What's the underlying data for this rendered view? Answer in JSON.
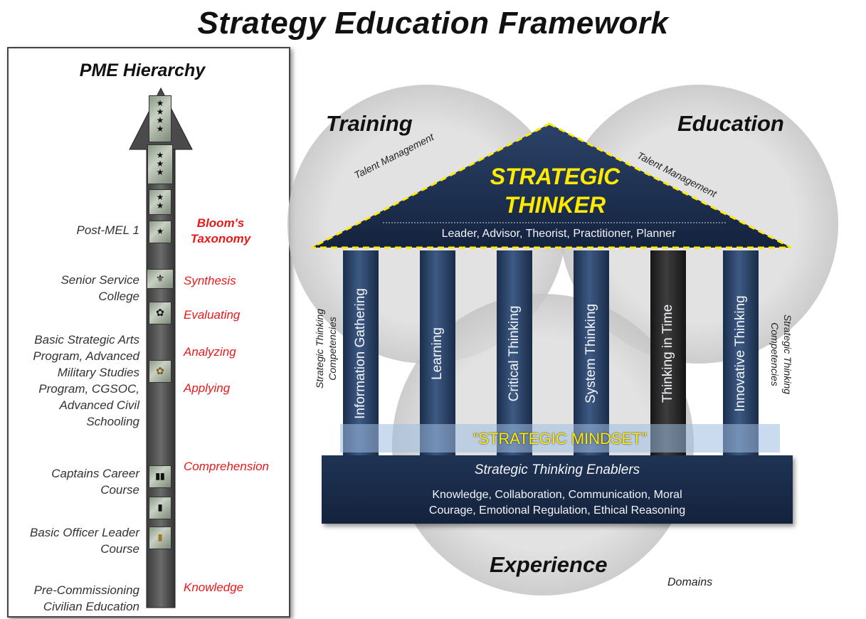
{
  "title": "Strategy Education Framework",
  "pme": {
    "title": "PME Hierarchy",
    "levels": [
      {
        "label_lines": [
          "Post-MEL 1"
        ]
      },
      {
        "label_lines": [
          "Senior Service",
          "College"
        ]
      },
      {
        "label_lines": [
          "Basic Strategic Arts",
          "Program, Advanced",
          "Military Studies",
          "Program, CGSOC,",
          "Advanced Civil",
          "Schooling"
        ]
      },
      {
        "label_lines": [
          "Captains Career",
          "Course"
        ]
      },
      {
        "label_lines": [
          "Basic Officer Leader",
          "Course"
        ]
      },
      {
        "label_lines": [
          "Pre-Commissioning",
          "Civilian Education"
        ]
      }
    ]
  },
  "bloom": {
    "title_lines": [
      "Bloom's",
      "Taxonomy"
    ],
    "levels": [
      "Synthesis",
      "Evaluating",
      "Analyzing",
      "Applying",
      "Comprehension",
      "Knowledge"
    ]
  },
  "domains": {
    "training": "Training",
    "education": "Education",
    "experience": "Experience",
    "domains_label": "Domains"
  },
  "roof": {
    "title_line1": "STRATEGIC",
    "title_line2": "THINKER",
    "roles": "Leader, Advisor, Theorist, Practitioner, Planner",
    "talent_left": "Talent Management",
    "talent_right": "Talent Management"
  },
  "pillars": [
    "Information Gathering",
    "Learning",
    "Critical Thinking",
    "System Thinking",
    "Thinking in Time",
    "Innovative Thinking"
  ],
  "side_labels": {
    "left_line1": "Strategic Thinking",
    "left_line2": "Competencies",
    "right_line1": "Strategic Thinking",
    "right_line2": "Competencies"
  },
  "mindset": "“STRATEGIC MINDSET”",
  "base": {
    "title": "Strategic Thinking Enablers",
    "line1": "Knowledge, Collaboration, Communication, Moral",
    "line2": "Courage, Emotional Regulation, Ethical Reasoning"
  },
  "colors": {
    "navy": "#1f3354",
    "yellow": "#ffea00",
    "bloom_red": "#e8191b",
    "circle_gray": "#d9d9d9"
  }
}
